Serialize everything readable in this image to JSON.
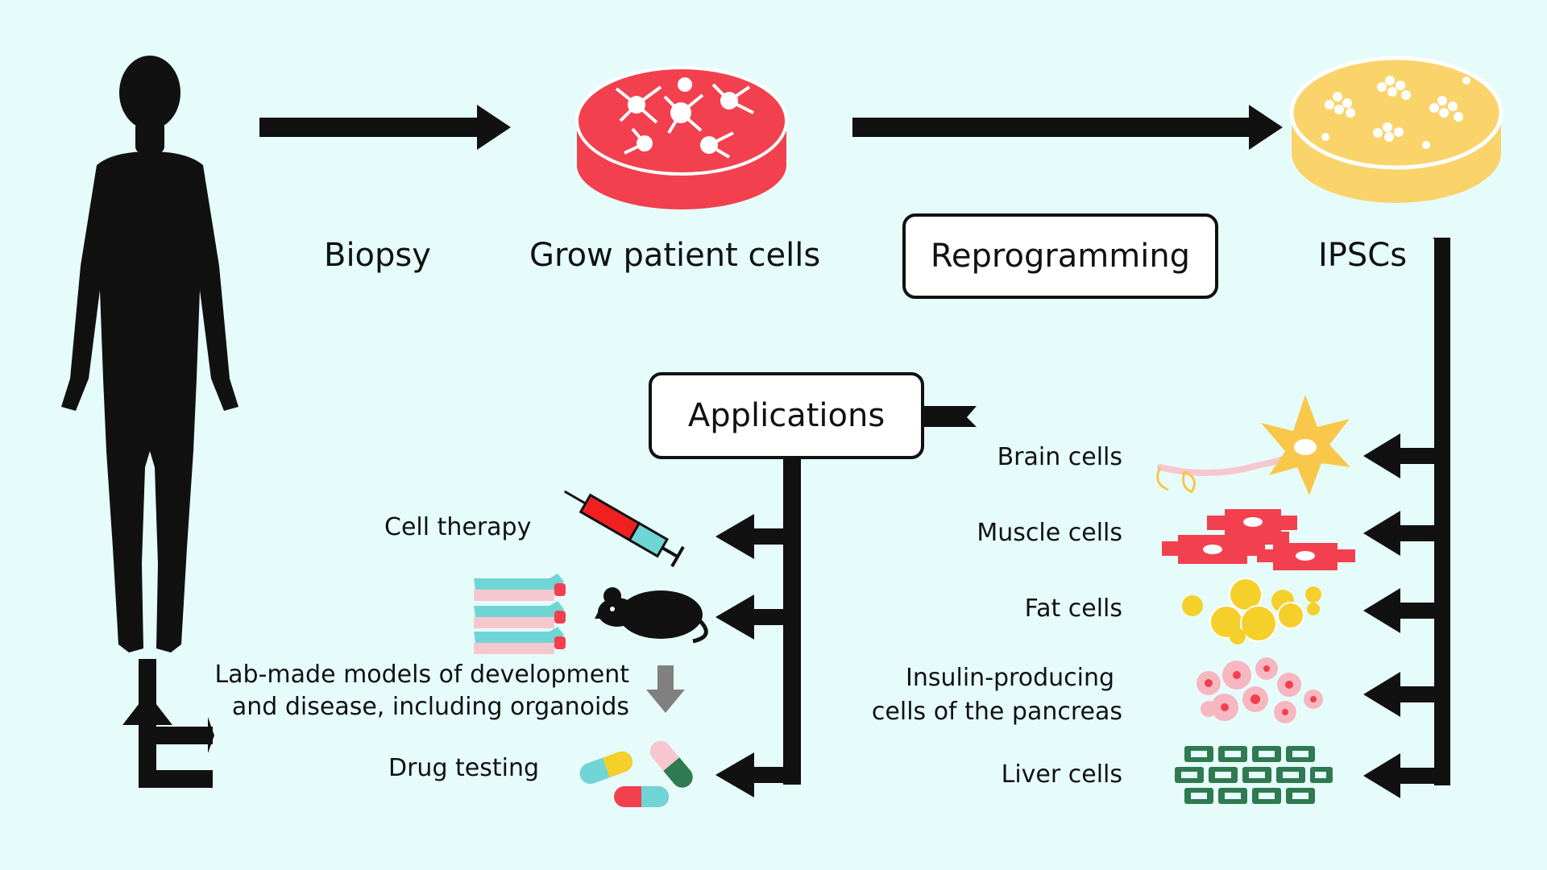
{
  "labels": {
    "biopsy": "Biopsy",
    "grow": "Grow patient cells",
    "reprogramming": "Reprogramming",
    "ipscs": "IPSCs",
    "applications": "Applications",
    "brain": "Brain cells",
    "muscle": "Muscle cells",
    "fat": "Fat cells",
    "insulin_1": "Insulin-producing",
    "insulin_2": "cells of the pancreas",
    "liver": "Liver cells",
    "cell_therapy": "Cell therapy",
    "lab_models_1": "Lab-made models of development",
    "lab_models_2": "and disease, including organoids",
    "drug_testing": "Drug testing"
  },
  "colors": {
    "background": "#e6fcfb",
    "arrow": "#111111",
    "patient_dish": "#f2404f",
    "ipsc_dish": "#fbd36b",
    "neuron": "#f9c84a",
    "muscle": "#f2404f",
    "fat": "#f6d02a",
    "pancreas": "#f6b7c0",
    "liver": "#2f7a50",
    "syringe": "#f02020",
    "pill_teal": "#6fd5d5",
    "pill_pink": "#f7c7cf",
    "gray_arrow": "#808080"
  },
  "icons": [
    "human-silhouette-icon",
    "patient-cells-dish-icon",
    "ipsc-dish-icon",
    "neuron-icon",
    "muscle-cells-icon",
    "fat-cells-icon",
    "pancreas-cells-icon",
    "liver-cells-icon",
    "syringe-icon",
    "organoid-stack-icon",
    "mouse-icon",
    "pills-icon"
  ]
}
